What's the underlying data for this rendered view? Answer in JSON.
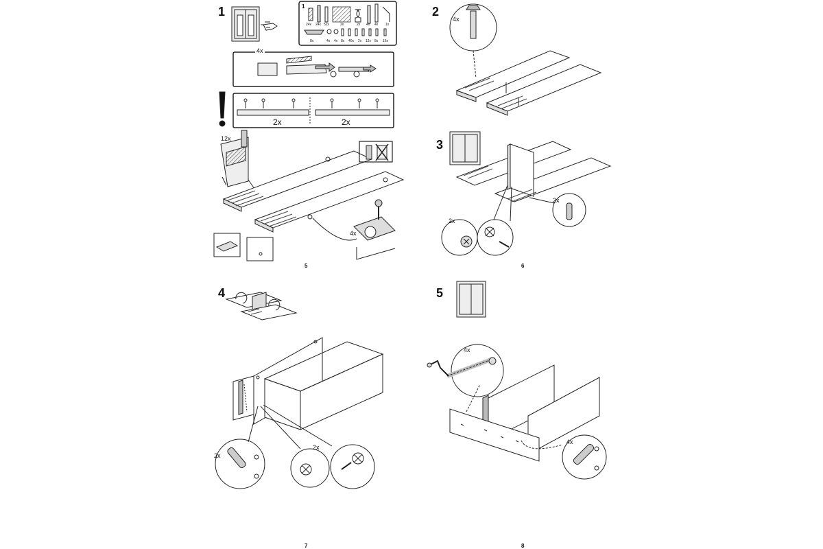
{
  "steps": {
    "s1": {
      "number": "1",
      "inset_number": "1"
    },
    "s2": {
      "number": "2",
      "qty": "4x"
    },
    "s3": {
      "number": "3",
      "qty_left": "2x",
      "qty_right": "2x"
    },
    "s4": {
      "number": "4",
      "qty_left": "2x",
      "qty_right": "2x"
    },
    "s5": {
      "number": "5",
      "qty_top": "4x",
      "qty_right": "4x"
    }
  },
  "hardware": {
    "top_row": [
      "24x",
      "24x",
      "52x",
      "2x",
      "2x",
      "4x",
      "4x",
      "1x"
    ],
    "bottom_row": [
      "8x",
      "4x",
      "4x",
      "8x",
      "40x",
      "2x",
      "12x",
      "8x",
      "16x"
    ]
  },
  "step1_labels": {
    "slide_qty": "4x",
    "warning_mark": "!",
    "rail_left_qty": "2x",
    "rail_right_qty": "2x",
    "dowel_qty": "12x",
    "hinge_qty": "4x"
  },
  "page_numbers": {
    "tl": "5",
    "tr": "6",
    "bl": "7",
    "br": "8"
  },
  "icons": [
    "shelf-unit-icon",
    "hand-pointer-icon",
    "warning-icon",
    "screwdriver-icon",
    "no-drill-icon"
  ]
}
